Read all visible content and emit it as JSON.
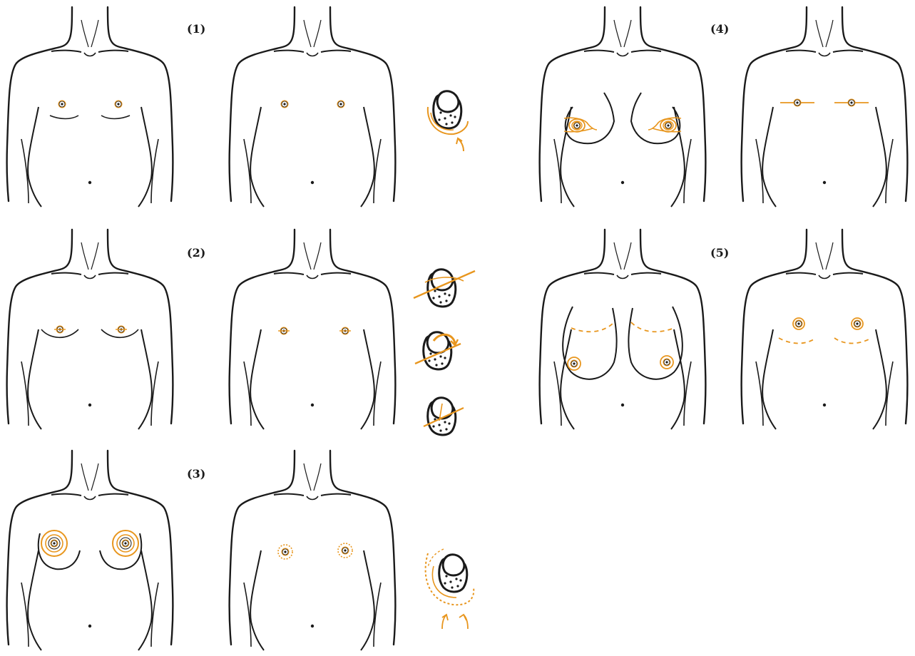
{
  "figure": {
    "accent_color": "#E8961E",
    "line_color": "#1a1a1a",
    "rows": [
      {
        "label": "(1)",
        "pre_breast": "small-with-fold",
        "post_nipple": "small",
        "detail_icons": [
          "tissue-with-lower-arc"
        ]
      },
      {
        "label": "(2)",
        "pre_breast": "small-with-fold",
        "post_nipple": "small-with-incision",
        "detail_icons": [
          "tissue-transverse-cut",
          "tissue-curved-arrow",
          "tissue-cross-line"
        ]
      },
      {
        "label": "(3)",
        "pre_breast": "circular-periareolar",
        "post_nipple": "purse-string",
        "detail_icons": [
          "tissue-periareolar-suture"
        ]
      },
      {
        "label": "(4)",
        "pre_breast": "large-ptotic-lateral",
        "post_nipple": "horizontal-incision",
        "detail_icons": []
      },
      {
        "label": "(5)",
        "pre_breast": "large-ptotic-dashed",
        "post_nipple": "inframammary-dashed",
        "detail_icons": []
      }
    ]
  }
}
